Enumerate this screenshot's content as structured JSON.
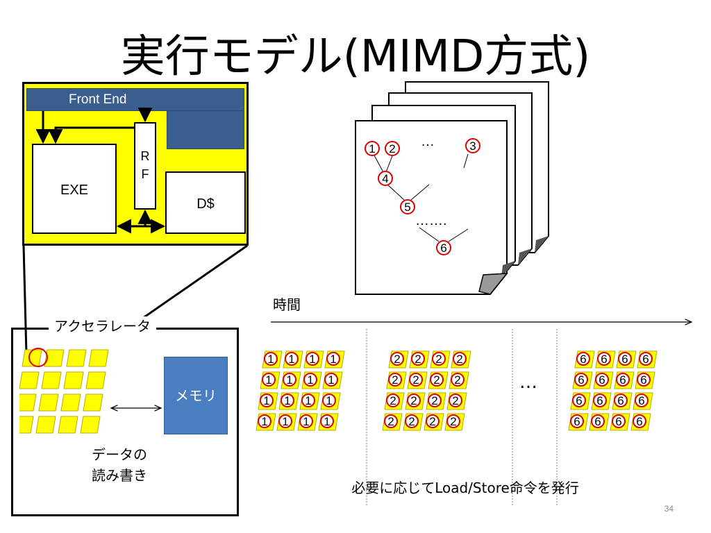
{
  "slide": {
    "title": "実行モデル(MIMD方式)",
    "page_number": "34"
  },
  "core": {
    "front_end_label": "Front End",
    "exe_label": "EXE",
    "rf_label": "R\nF",
    "dcache_label": "D$"
  },
  "accelerator": {
    "label": "アクセラレータ",
    "memory_label": "メモリ",
    "data_rw_label": "データの\n読み書き"
  },
  "timeline": {
    "time_label": "時間",
    "ellipsis": "…",
    "note": "必要に応じてLoad/Store命令を発行",
    "groups": [
      {
        "thread": "1"
      },
      {
        "thread": "2"
      },
      {
        "thread": "6"
      }
    ]
  },
  "dag": {
    "nodes": [
      "1",
      "2",
      "3",
      "4",
      "5",
      "6"
    ],
    "ellipsis_top": "…",
    "ellipsis_bottom": "……."
  },
  "colors": {
    "accent_yellow": "#ffff00",
    "front_end_blue": "#3a5e8e",
    "memory_blue": "#4a7ec0",
    "marker_red": "#e00000"
  }
}
